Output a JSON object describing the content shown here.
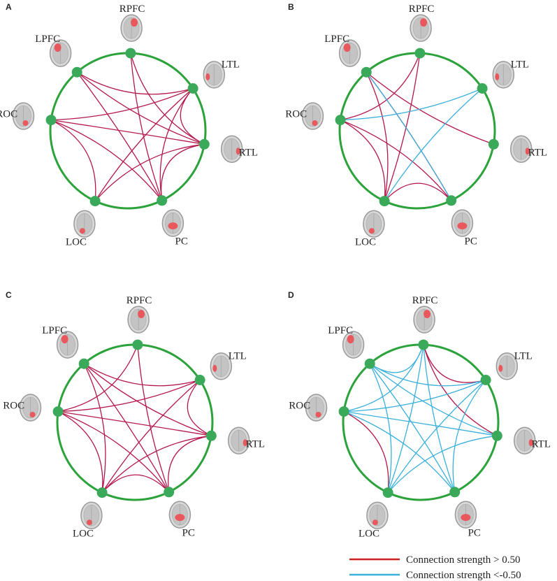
{
  "regions": [
    "RPFC",
    "LTL",
    "RTL",
    "PC",
    "LOC",
    "ROC",
    "LPFC"
  ],
  "colors": {
    "ring": "#2ba33a",
    "node": "#3aa95a",
    "positive": "#b5174b",
    "negative": "#3ab0dd",
    "legend_positive": "#cc1f1f",
    "head": "#9a9a9a",
    "highlight": "#e8585c"
  },
  "panels": [
    {
      "letter": "A",
      "edges": [
        {
          "from": "RPFC",
          "to": "PC",
          "sign": "positive"
        },
        {
          "from": "RPFC",
          "to": "RTL",
          "sign": "positive"
        },
        {
          "from": "LTL",
          "to": "LPFC",
          "sign": "positive"
        },
        {
          "from": "LTL",
          "to": "RTL",
          "sign": "positive"
        },
        {
          "from": "LTL",
          "to": "PC",
          "sign": "positive"
        },
        {
          "from": "LTL",
          "to": "LOC",
          "sign": "positive"
        },
        {
          "from": "LTL",
          "to": "ROC",
          "sign": "positive"
        },
        {
          "from": "LPFC",
          "to": "RTL",
          "sign": "positive"
        },
        {
          "from": "LPFC",
          "to": "PC",
          "sign": "positive"
        },
        {
          "from": "ROC",
          "to": "RTL",
          "sign": "positive"
        },
        {
          "from": "ROC",
          "to": "LOC",
          "sign": "positive"
        },
        {
          "from": "ROC",
          "to": "PC",
          "sign": "positive"
        },
        {
          "from": "RTL",
          "to": "PC",
          "sign": "positive"
        },
        {
          "from": "RTL",
          "to": "LOC",
          "sign": "positive"
        }
      ]
    },
    {
      "letter": "B",
      "edges": [
        {
          "from": "RPFC",
          "to": "ROC",
          "sign": "positive"
        },
        {
          "from": "RPFC",
          "to": "LOC",
          "sign": "positive"
        },
        {
          "from": "LPFC",
          "to": "LOC",
          "sign": "positive"
        },
        {
          "from": "LPFC",
          "to": "PC",
          "sign": "positive"
        },
        {
          "from": "LPFC",
          "to": "RTL",
          "sign": "positive"
        },
        {
          "from": "ROC",
          "to": "LOC",
          "sign": "positive"
        },
        {
          "from": "ROC",
          "to": "PC",
          "sign": "positive"
        },
        {
          "from": "LOC",
          "to": "PC",
          "sign": "positive"
        },
        {
          "from": "LTL",
          "to": "LOC",
          "sign": "negative"
        },
        {
          "from": "LTL",
          "to": "ROC",
          "sign": "negative"
        },
        {
          "from": "LPFC",
          "to": "PC",
          "sign": "negative"
        }
      ]
    },
    {
      "letter": "C",
      "edges": [
        {
          "from": "RPFC",
          "to": "ROC",
          "sign": "positive"
        },
        {
          "from": "RPFC",
          "to": "PC",
          "sign": "positive"
        },
        {
          "from": "LPFC",
          "to": "RTL",
          "sign": "positive"
        },
        {
          "from": "LPFC",
          "to": "PC",
          "sign": "positive"
        },
        {
          "from": "LPFC",
          "to": "LTL",
          "sign": "positive"
        },
        {
          "from": "LPFC",
          "to": "LOC",
          "sign": "positive"
        },
        {
          "from": "LTL",
          "to": "ROC",
          "sign": "positive"
        },
        {
          "from": "LTL",
          "to": "LOC",
          "sign": "positive"
        },
        {
          "from": "LTL",
          "to": "RTL",
          "sign": "positive"
        },
        {
          "from": "ROC",
          "to": "RTL",
          "sign": "positive"
        },
        {
          "from": "ROC",
          "to": "PC",
          "sign": "positive"
        },
        {
          "from": "ROC",
          "to": "LOC",
          "sign": "positive"
        },
        {
          "from": "RTL",
          "to": "LOC",
          "sign": "positive"
        },
        {
          "from": "LOC",
          "to": "PC",
          "sign": "positive"
        },
        {
          "from": "RTL",
          "to": "PC",
          "sign": "positive"
        }
      ]
    },
    {
      "letter": "D",
      "edges": [
        {
          "from": "RPFC",
          "to": "LTL",
          "sign": "positive"
        },
        {
          "from": "RPFC",
          "to": "RTL",
          "sign": "positive"
        },
        {
          "from": "ROC",
          "to": "LOC",
          "sign": "positive"
        },
        {
          "from": "RPFC",
          "to": "ROC",
          "sign": "negative"
        },
        {
          "from": "RPFC",
          "to": "LOC",
          "sign": "negative"
        },
        {
          "from": "RPFC",
          "to": "PC",
          "sign": "negative"
        },
        {
          "from": "LPFC",
          "to": "LTL",
          "sign": "negative"
        },
        {
          "from": "LPFC",
          "to": "RTL",
          "sign": "negative"
        },
        {
          "from": "LPFC",
          "to": "PC",
          "sign": "negative"
        },
        {
          "from": "LPFC",
          "to": "LOC",
          "sign": "negative"
        },
        {
          "from": "LTL",
          "to": "ROC",
          "sign": "negative"
        },
        {
          "from": "LTL",
          "to": "LOC",
          "sign": "negative"
        },
        {
          "from": "LTL",
          "to": "PC",
          "sign": "negative"
        },
        {
          "from": "ROC",
          "to": "RTL",
          "sign": "negative"
        },
        {
          "from": "ROC",
          "to": "PC",
          "sign": "negative"
        },
        {
          "from": "RTL",
          "to": "LOC",
          "sign": "negative"
        },
        {
          "from": "RPFC",
          "to": "LPFC",
          "sign": "negative"
        }
      ]
    }
  ],
  "legend": {
    "positive_label": "Connection strength > 0.50",
    "negative_label": "Connection strength <-0.50"
  }
}
